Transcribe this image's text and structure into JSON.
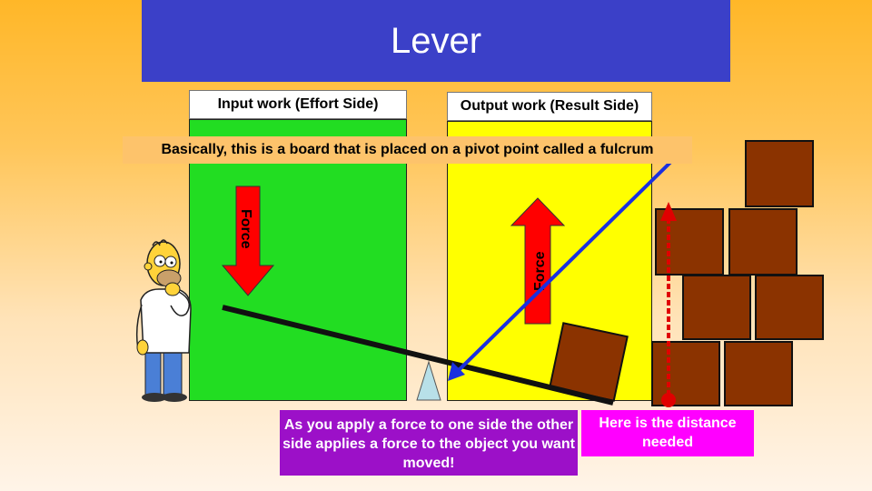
{
  "title": "Lever",
  "labels": {
    "input": "Input work (Effort Side)",
    "output": "Output work (Result Side)"
  },
  "banner": "Basically, this is a board that is placed on a pivot point called a fulcrum",
  "arrows": {
    "effort_force": "Force",
    "result_force": "Force"
  },
  "captions": {
    "apply_force": "As you apply a force to one side the other side applies a force to the object you want moved!",
    "distance": "Here is the distance needed"
  },
  "colors": {
    "title_bg": "#3b40c8",
    "effort_panel": "#22dd22",
    "result_panel": "#ffff00",
    "force_arrow": "#ff0000",
    "brick": "#8b3300",
    "pointer_line": "#1a2fe0",
    "distance_line": "#e00000",
    "caption_left_bg": "#9c10c8",
    "caption_right_bg": "#ff00ff"
  }
}
